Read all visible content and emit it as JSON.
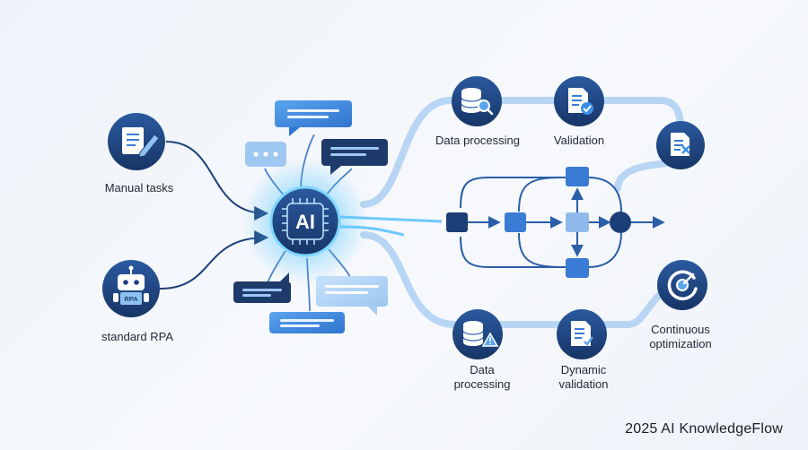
{
  "center": {
    "label": "AI"
  },
  "inputs": {
    "manual_tasks": {
      "label": "Manual tasks",
      "icon": "document-edit-icon"
    },
    "standard_rpa": {
      "label": "standard RPA",
      "icon": "robot-icon",
      "badge": "RPA"
    }
  },
  "top_flow": {
    "data_processing": {
      "label": "Data processing",
      "icon": "database-search-icon"
    },
    "validation": {
      "label": "Validation",
      "icon": "document-check-icon"
    },
    "end_icon": "document-remove-icon"
  },
  "bottom_flow": {
    "data_processing": {
      "label_line1": "Data",
      "label_line2": "processing",
      "icon": "database-warning-icon"
    },
    "dynamic_validation": {
      "label_line1": "Dynamic",
      "label_line2": "validation",
      "icon": "document-check-icon"
    },
    "continuous_optimization": {
      "label_line1": "Continuous",
      "label_line2": "optimization",
      "icon": "gauge-icon"
    }
  },
  "watermark": "2025 AI KnowledgeFlow",
  "colors": {
    "navy": "#1d3f78",
    "blue": "#3a7bd5",
    "light_blue": "#8fb9ea",
    "path": "#b9d6f3",
    "glow": "#5ec8ff",
    "dark_bubble": "#1e3a6b"
  }
}
